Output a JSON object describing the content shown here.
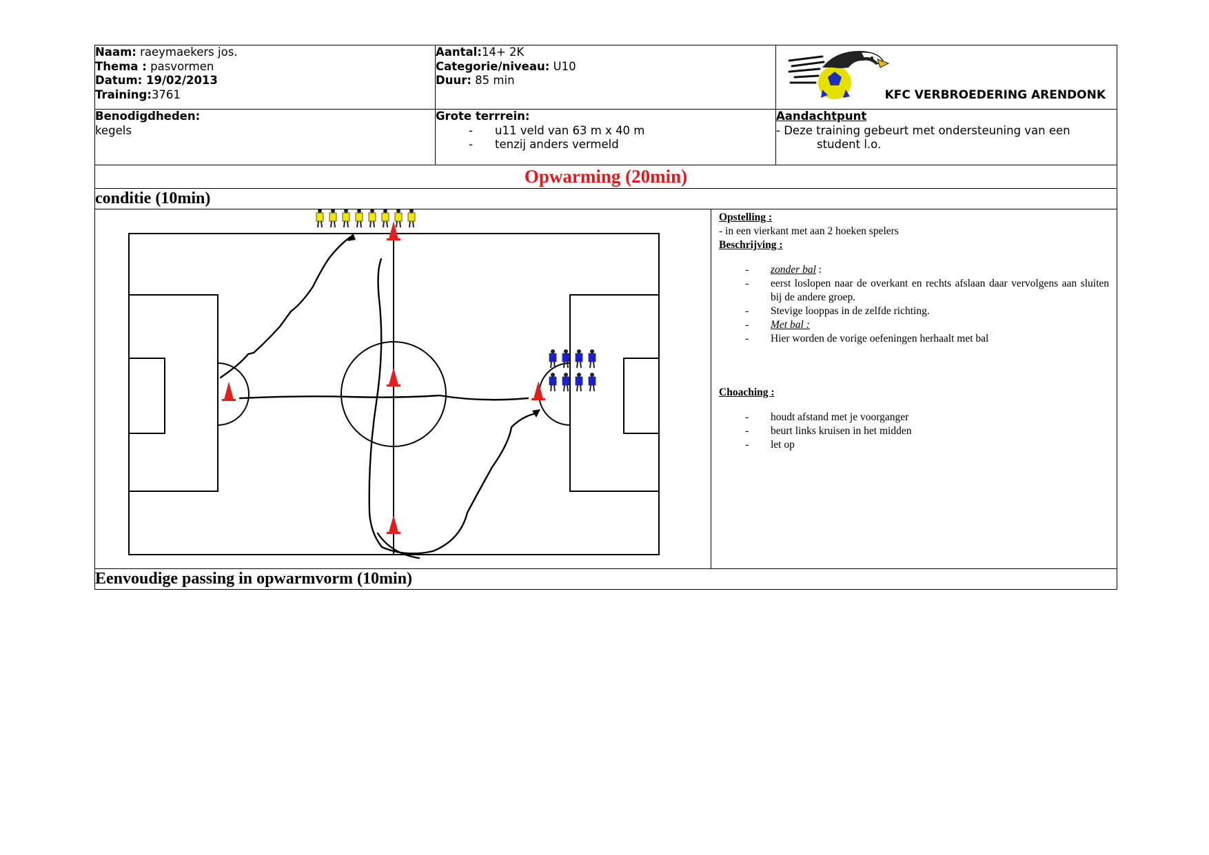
{
  "header": {
    "left": {
      "naam_label": "Naam:",
      "naam_value": " raeymaekers jos.",
      "thema_label": "Thema :",
      "thema_value": " pasvormen",
      "datum_label": "Datum: 19/02/2013",
      "training_label": "Training:",
      "training_value": "3761"
    },
    "middle": {
      "aantal_label": "Aantal:",
      "aantal_value": "14+ 2K",
      "cat_label": "Categorie/niveau:",
      "cat_value": " U10",
      "duur_label": "Duur:",
      "duur_value": " 85 min"
    },
    "club": "KFC VERBROEDERING ARENDONK"
  },
  "needs": {
    "benodigd_label": "Benodigdheden:",
    "benodigd_value": "kegels",
    "terrein_label": "Grote terrrein:",
    "terrein_items": [
      "u11 veld van 63 m x 40 m",
      "tenzij anders vermeld"
    ],
    "aandacht_label": "Aandachtpunt",
    "aandacht_line1": "- Deze training gebeurt met ondersteuning van een",
    "aandacht_line2": "student l.o."
  },
  "warmup_title": "Opwarming (20min)",
  "section1_title": "conditie (10min)",
  "section2_title": "Eenvoudige passing in opwarmvorm (10min)",
  "description": {
    "opstelling_label": "Opstelling :",
    "opstelling_text": "in een vierkant met aan 2 hoeken spelers",
    "beschrijving_label": "Beschrijving :",
    "items": [
      {
        "text": "zonder bal",
        "suffix": " :",
        "style": "italic-underline"
      },
      {
        "text": "eerst loslopen naar de overkant en rechts afslaan daar vervolgens aan sluiten bij de andere groep.",
        "suffix": "",
        "style": "plain"
      },
      {
        "text": "Stevige looppas in de zelfde richting.",
        "suffix": "",
        "style": "plain"
      },
      {
        "text": "Met bal :",
        "suffix": "",
        "style": "italic-underline"
      },
      {
        "text": "Hier worden de vorige oefeningen herhaalt met bal",
        "suffix": "",
        "style": "plain"
      }
    ],
    "coaching_label": "Choaching :",
    "coaching_items": [
      "houdt afstand met je voorganger",
      "beurt links kruisen in het midden",
      "let op"
    ]
  },
  "colors": {
    "title_red": "#e8161a",
    "player_yellow": "#f2e800",
    "player_blue": "#1a1fd6",
    "cone_red": "#e0201c"
  }
}
